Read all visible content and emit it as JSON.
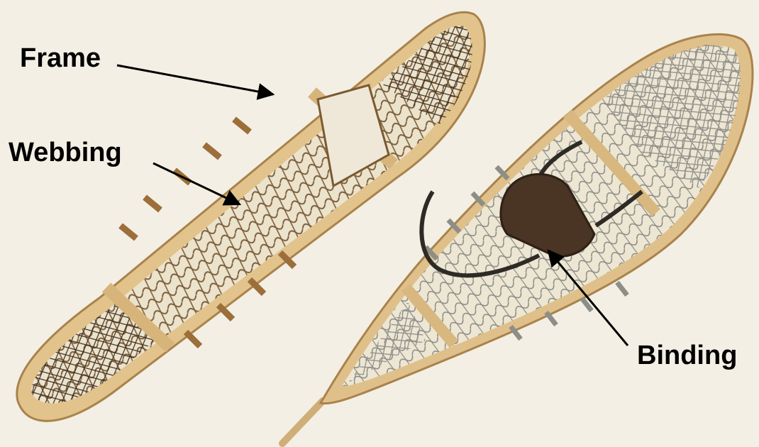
{
  "labels": {
    "frame": "Frame",
    "webbing": "Webbing",
    "binding": "Binding"
  },
  "colors": {
    "background": "#f3efe4",
    "frame_wood": "#e2c38c",
    "frame_edge": "#a9824c",
    "rawhide_lacing": "#7a5a32",
    "light_lacing": "#9a9a96",
    "leather_binding": "#4a3424",
    "arrow": "#000000"
  }
}
